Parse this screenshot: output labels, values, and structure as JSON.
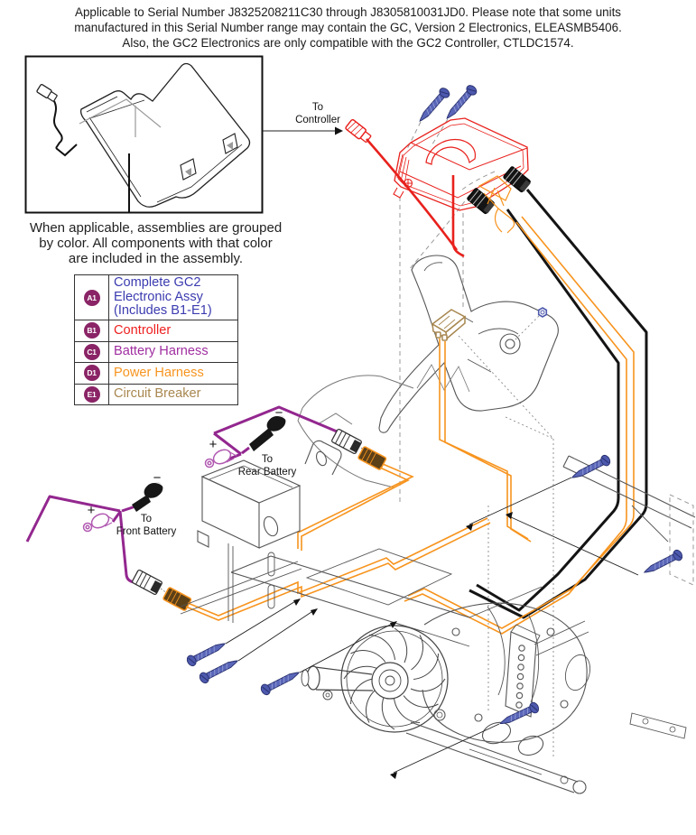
{
  "header": {
    "lines": [
      "Applicable to Serial Number J8325208211C30 through J8305810031JD0. Please note that some units",
      "manufactured in this Serial Number range may contain the GC, Version 2 Electronics, ELEASMB5406.",
      "Also, the GC2 Electronics are only compatible with the GC2 Controller, CTLDC1574."
    ]
  },
  "grouping_note": {
    "lines": [
      "When applicable, assemblies are grouped",
      "by color. All components with that color",
      "are included in the assembly."
    ]
  },
  "legend": {
    "badge_color": "#8A2466",
    "items": [
      {
        "id": "A1",
        "lines": [
          "Complete GC2",
          "Electronic Assy",
          "(Includes B1-E1)"
        ],
        "color": "#3B3BB0"
      },
      {
        "id": "B1",
        "lines": [
          "Controller"
        ],
        "color": "#EE1F1F"
      },
      {
        "id": "C1",
        "lines": [
          "Battery Harness"
        ],
        "color": "#A02FA0"
      },
      {
        "id": "D1",
        "lines": [
          "Power Harness"
        ],
        "color": "#F7941E"
      },
      {
        "id": "E1",
        "lines": [
          "Circuit Breaker"
        ],
        "color": "#A8874F"
      }
    ]
  },
  "diagram_labels": {
    "to_controller": [
      "To",
      "Controller"
    ],
    "to_rear_battery": [
      "To",
      "Rear Battery"
    ],
    "to_front_battery": [
      "To",
      "Front Battery"
    ],
    "plus": "+",
    "minus": "−"
  },
  "diagram_colors": {
    "controller_red": "#E8211D",
    "power_harness_orange": "#F7941E",
    "battery_harness_purple": "#93278F",
    "battery_boot_pink": "#B15AB1",
    "circuit_breaker_brown": "#A8874F",
    "hardware_blue": "#4D59AD",
    "drawing_gray": "#555555"
  }
}
